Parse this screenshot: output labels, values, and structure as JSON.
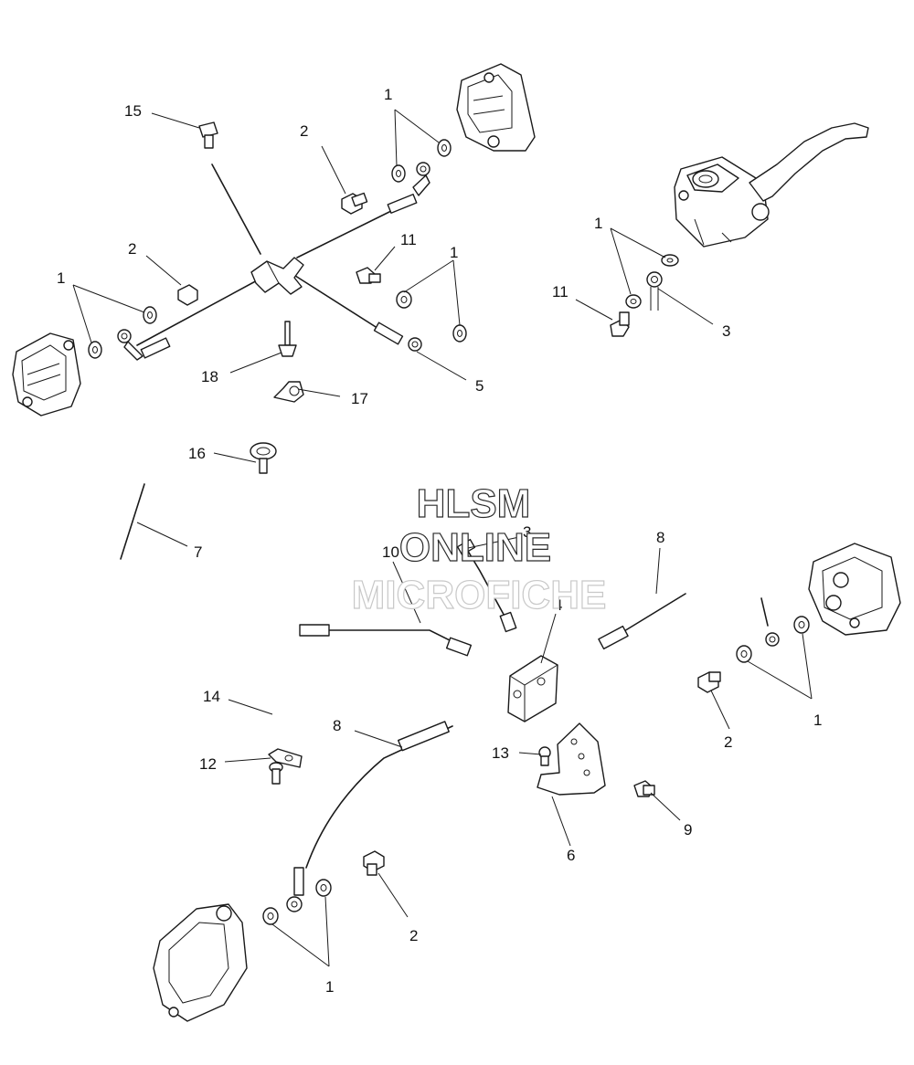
{
  "watermark": {
    "line1": "HLSM",
    "line2": "ONLINE",
    "line3": "MICROFICHE"
  },
  "callouts": {
    "c15": "15",
    "c2a": "2",
    "c1a": "1",
    "c2b": "2",
    "c1b": "1",
    "c11a": "11",
    "c1c": "1",
    "c18": "18",
    "c17": "17",
    "c5": "5",
    "c1d": "1",
    "c11b": "11",
    "c3a": "3",
    "c16": "16",
    "c7": "7",
    "c10": "10",
    "c3b": "3",
    "c4": "4",
    "c8a": "8",
    "c2c": "2",
    "c1e": "1",
    "c14": "14",
    "c12": "12",
    "c8b": "8",
    "c13": "13",
    "c9": "9",
    "c6": "6",
    "c2d": "2",
    "c1f": "1"
  }
}
